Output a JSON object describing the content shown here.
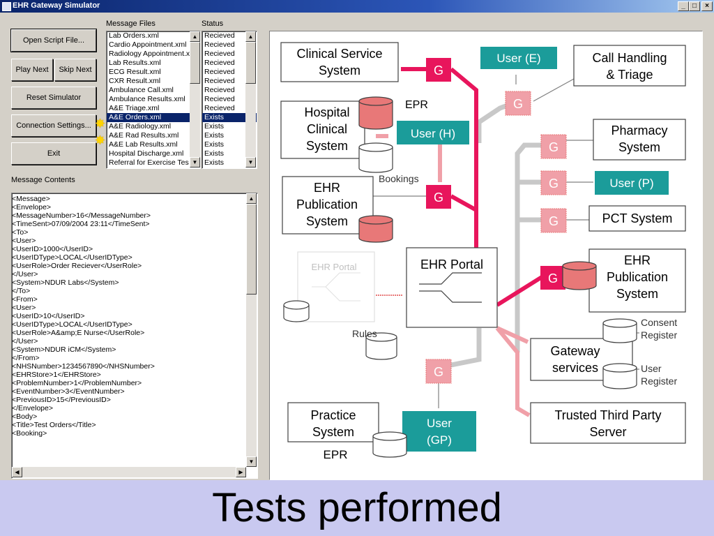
{
  "window": {
    "title": "EHR Gateway Simulator",
    "min": "_",
    "max": "□",
    "close": "×"
  },
  "buttons": {
    "open_script": "Open Script File...",
    "play_next": "Play Next",
    "skip_next": "Skip Next",
    "reset": "Reset Simulator",
    "connection": "Connection Settings...",
    "exit": "Exit"
  },
  "labels": {
    "message_files": "Message Files",
    "status": "Status",
    "message_contents": "Message Contents"
  },
  "message_files": [
    "Lab Orders.xml",
    "Cardio Appointment.xml",
    "Radiology Appointment.x",
    "Lab Results.xml",
    "ECG Result.xml",
    "CXR Result.xml",
    "Ambulance Call.xml",
    "Ambulance Results.xml",
    "A&E Triage.xml",
    "A&E Orders.xml",
    "A&E Radiology.xml",
    "A&E Rad Results.xml",
    "A&E Lab Results.xml",
    "Hospital Discharge.xml",
    "Referral for Exercise Tes"
  ],
  "status_list": [
    "Recieved",
    "Recieved",
    "Recieved",
    "Recieved",
    "Recieved",
    "Recieved",
    "Recieved",
    "Recieved",
    "Recieved",
    "Exists",
    "Exists",
    "Exists",
    "Exists",
    "Exists",
    "Exists"
  ],
  "selected_index": 9,
  "xml_lines": [
    "<Message>",
    "  <Envelope>",
    "    <MessageNumber>16</MessageNumber>",
    "    <TimeSent>07/09/2004 23:11</TimeSent>",
    "    <To>",
    "      <User>",
    "        <UserID>1000</UserID>",
    "        <UserIDType>LOCAL</UserIDType>",
    "        <UserRole>Order Reciever</UserRole>",
    "      </User>",
    "      <System>NDUR Labs</System>",
    "    </To>",
    "    <From>",
    "      <User>",
    "        <UserID>10</UserID>",
    "        <UserIDType>LOCAL</UserIDType>",
    "        <UserRole>A&amp;E Nurse</UserRole>",
    "      </User>",
    "      <System>NDUR iCM</System>",
    "    </From>",
    "    <NHSNumber>1234567890</NHSNumber>",
    "    <EHRStore>1</EHRStore>",
    "    <ProblemNumber>1</ProblemNumber>",
    "    <EventNumber>3</EventNumber>",
    "    <PreviousID>15</PreviousID>",
    "  </Envelope>",
    "  <Body>",
    "    <Title>Test Orders</Title>",
    "    <Booking>"
  ],
  "diagram": {
    "clinical_service": [
      "Clinical Service",
      "System"
    ],
    "call_handling": [
      "Call Handling",
      "& Triage"
    ],
    "user_e": "User (E)",
    "hospital": [
      "Hospital",
      "Clinical",
      "System"
    ],
    "epr": "EPR",
    "user_h": "User (H)",
    "bookings": "Bookings",
    "ehr_pub_left": [
      "EHR",
      "Publication",
      "System"
    ],
    "pharmacy": [
      "Pharmacy",
      "System"
    ],
    "user_p": "User (P)",
    "pct": "PCT System",
    "ehr_portal_ghost": "EHR Portal",
    "ehr_portal": "EHR Portal",
    "rules": "Rules",
    "ehr_pub_right": [
      "EHR",
      "Publication",
      "System"
    ],
    "consent": [
      "Consent",
      "Register"
    ],
    "gateway": [
      "Gateway",
      "services"
    ],
    "user_register": [
      "User",
      "Register"
    ],
    "practice": [
      "Practice",
      "System"
    ],
    "epr_bottom": "EPR",
    "user_gp": [
      "User",
      "(GP)"
    ],
    "trusted": [
      "Trusted Third Party",
      "Server"
    ],
    "g": "G"
  },
  "colors": {
    "pink": "#e8155c",
    "pink_light": "#f0a0a8",
    "teal": "#1b9c9a",
    "gray": "#c8c8c8",
    "red_db": "#e87878"
  },
  "footer": "Tests performed"
}
